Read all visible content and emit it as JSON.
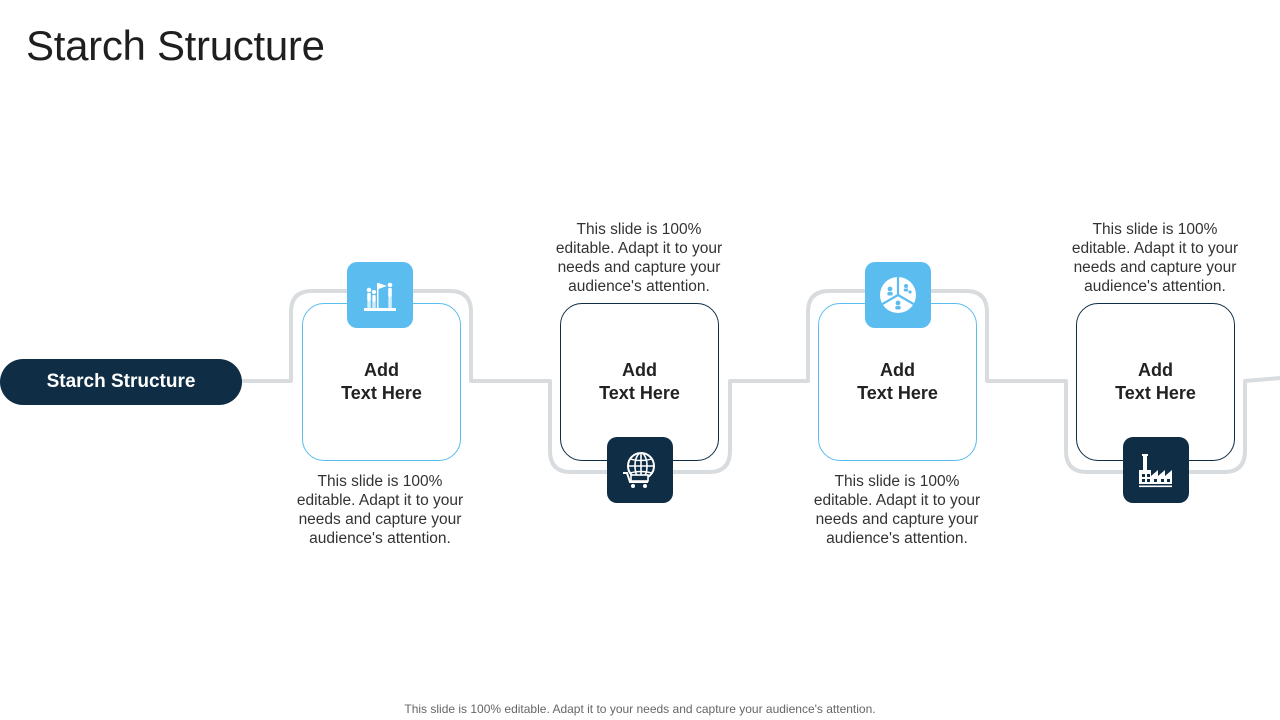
{
  "slide": {
    "title": "Starch Structure",
    "start_label": "Starch Structure",
    "footer": "This slide is 100% editable. Adapt it to your needs and capture your audience's attention."
  },
  "steps": [
    {
      "label": "Add\nText Here",
      "description": "This slide is 100% editable. Adapt it to your needs and capture your audience's attention.",
      "icon": "team-goal-flag-icon",
      "style": "light"
    },
    {
      "label": "Add\nText Here",
      "description": "This slide is 100% editable. Adapt it to your needs and capture your audience's attention.",
      "icon": "global-shopping-cart-icon",
      "style": "dark"
    },
    {
      "label": "Add\nText Here",
      "description": "This slide is 100% editable. Adapt it to your needs and capture your audience's attention.",
      "icon": "people-segments-pie-icon",
      "style": "light"
    },
    {
      "label": "Add\nText Here",
      "description": "This slide is 100% editable. Adapt it to your needs and capture your audience's attention.",
      "icon": "factory-icon",
      "style": "dark"
    }
  ],
  "colors": {
    "dark_navy": "#0f2e46",
    "light_blue": "#5bbcf0",
    "connector_gray": "#d9dcdf"
  }
}
